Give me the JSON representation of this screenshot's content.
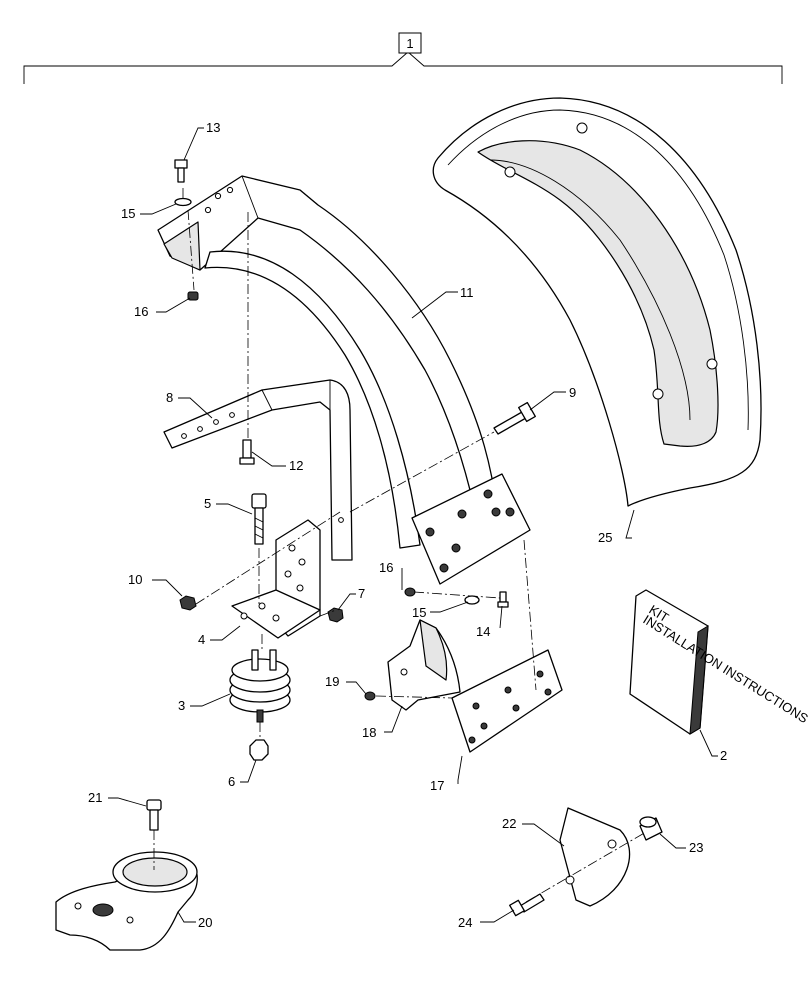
{
  "assembly_label": "1",
  "callouts": [
    {
      "id": "c13",
      "label": "13"
    },
    {
      "id": "c15a",
      "label": "15"
    },
    {
      "id": "c16a",
      "label": "16"
    },
    {
      "id": "c11",
      "label": "11"
    },
    {
      "id": "c8",
      "label": "8"
    },
    {
      "id": "c9",
      "label": "9"
    },
    {
      "id": "c12",
      "label": "12"
    },
    {
      "id": "c5",
      "label": "5"
    },
    {
      "id": "c25",
      "label": "25"
    },
    {
      "id": "c10",
      "label": "10"
    },
    {
      "id": "c16b",
      "label": "16"
    },
    {
      "id": "c7",
      "label": "7"
    },
    {
      "id": "c15b",
      "label": "15"
    },
    {
      "id": "c14",
      "label": "14"
    },
    {
      "id": "c4",
      "label": "4"
    },
    {
      "id": "c19",
      "label": "19"
    },
    {
      "id": "c3",
      "label": "3"
    },
    {
      "id": "c18",
      "label": "18"
    },
    {
      "id": "c2",
      "label": "2"
    },
    {
      "id": "c6",
      "label": "6"
    },
    {
      "id": "c17",
      "label": "17"
    },
    {
      "id": "c21",
      "label": "21"
    },
    {
      "id": "c22",
      "label": "22"
    },
    {
      "id": "c23",
      "label": "23"
    },
    {
      "id": "c20",
      "label": "20"
    },
    {
      "id": "c24",
      "label": "24"
    }
  ],
  "booklet_text": [
    "KIT",
    "INSTALLATION INSTRUCTIONS"
  ]
}
